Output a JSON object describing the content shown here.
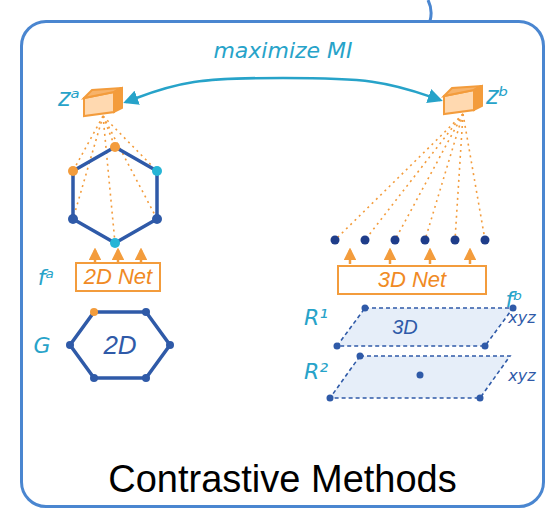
{
  "diagram": {
    "nodes": [
      {
        "text": [
          "Contrastive Methods"
        ]
      },
      {
        "text": [
          "zᵃ"
        ],
        "in": 0
      },
      {
        "text": [
          "zᵇ"
        ],
        "in": 0
      },
      {
        "text": [
          "2D Net"
        ],
        "in": 0
      },
      {
        "text": [
          "3D Net"
        ],
        "in": 0
      },
      {
        "text": [
          "2D"
        ],
        "in": 0
      },
      {
        "text": [
          "3D"
        ],
        "in": 0
      }
    ],
    "edges": [
      {
        "from": 1,
        "to": 2,
        "arrow": "both",
        "label": "maximize MI"
      }
    ],
    "labels": [
      "fᵃ",
      "fᵇ",
      "G",
      "R¹",
      "xyz",
      "R²",
      "xyz"
    ]
  }
}
